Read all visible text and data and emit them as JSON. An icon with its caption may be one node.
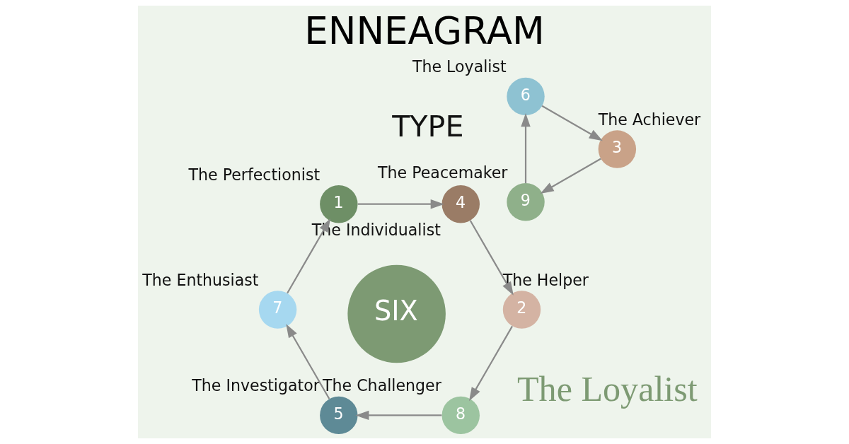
{
  "diagram": {
    "title": "ENNEAGRAM",
    "nodes": [
      {
        "text": [
          "SIX"
        ]
      },
      {
        "text": [
          "9"
        ],
        "beside": [
          "The Peacemaker"
        ]
      },
      {
        "text": [
          "8"
        ],
        "beside": [
          "The Challenger"
        ]
      },
      {
        "text": [
          "1"
        ],
        "beside": [
          "The Perfectionist"
        ]
      },
      {
        "text": [
          "7"
        ],
        "beside": [
          "The Enthusiast"
        ]
      },
      {
        "text": [
          "2"
        ],
        "beside": [
          "The Helper"
        ]
      },
      {
        "text": [
          "6"
        ],
        "beside": [
          "The Loyalist"
        ]
      },
      {
        "text": [
          "3"
        ],
        "beside": [
          "The Achiever"
        ]
      },
      {
        "text": [
          "5"
        ],
        "beside": [
          "The Investigator"
        ]
      },
      {
        "text": [
          "4"
        ],
        "beside": [
          "The Individualist"
        ]
      }
    ],
    "edges": [
      {
        "from": 3,
        "to": 9,
        "arrow": "to"
      },
      {
        "from": 9,
        "to": 5,
        "arrow": "to"
      },
      {
        "from": 5,
        "to": 2,
        "arrow": "to"
      },
      {
        "from": 2,
        "to": 8,
        "arrow": "to"
      },
      {
        "from": 8,
        "to": 4,
        "arrow": "to"
      },
      {
        "from": 4,
        "to": 3,
        "arrow": "to"
      },
      {
        "from": 1,
        "to": 6,
        "arrow": "to"
      },
      {
        "from": 6,
        "to": 7,
        "arrow": "to"
      },
      {
        "from": 7,
        "to": 1,
        "arrow": "to"
      }
    ],
    "labels": [
      "TYPE",
      "The Loyalist"
    ]
  }
}
